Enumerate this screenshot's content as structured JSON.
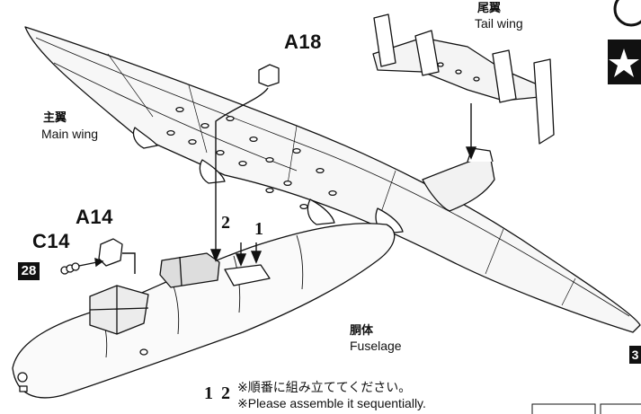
{
  "tail_wing": {
    "jp": "尾翼",
    "en": "Tail wing"
  },
  "main_wing": {
    "jp": "主翼",
    "en": "Main wing"
  },
  "fuselage": {
    "jp": "胴体",
    "en": "Fuselage"
  },
  "parts": {
    "a18": "A18",
    "a14": "A14",
    "c14": "C14"
  },
  "ref_box": "28",
  "side_box": "3",
  "steps": {
    "first": "1",
    "second": "2",
    "bottom_order": "1 2"
  },
  "notes": {
    "jp": "※順番に組み立ててください。",
    "en": "※Please assemble it sequentially."
  },
  "colors": {
    "ink": "#111111",
    "paper": "#ffffff",
    "detail": "#555555"
  }
}
